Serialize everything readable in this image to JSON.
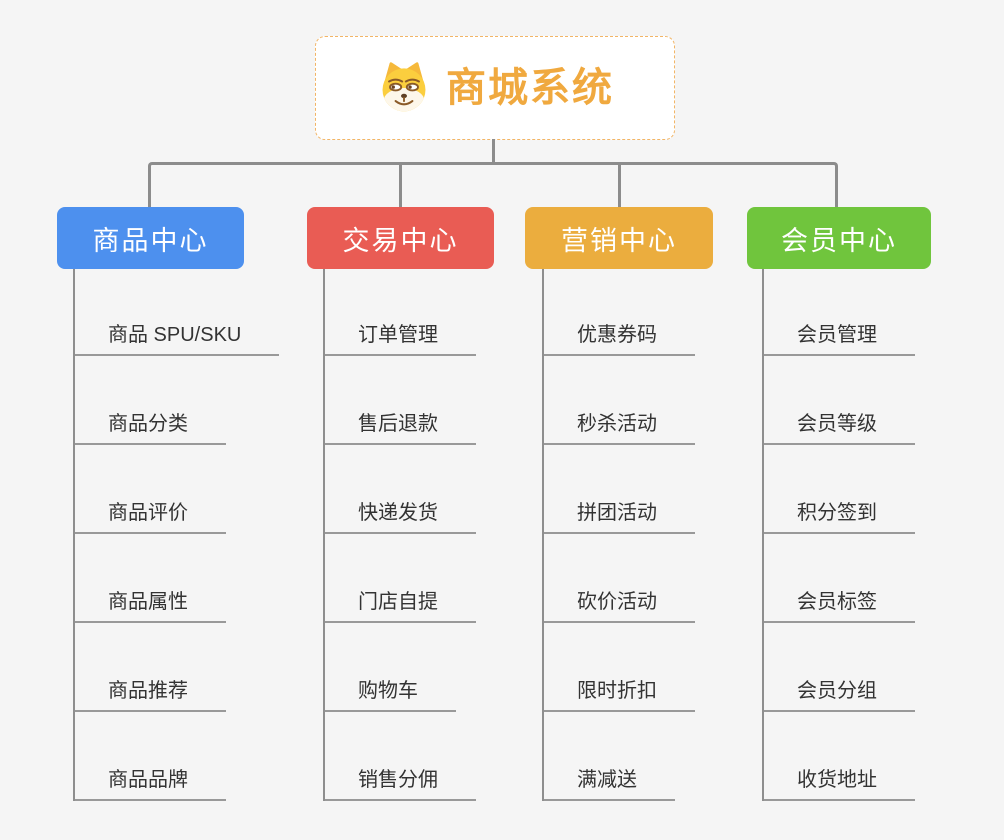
{
  "root": {
    "title": "商城系统",
    "icon": "doge-icon",
    "text_color": "#F0A93F",
    "border_color": "#F2B566"
  },
  "connector_color": "#8C8C8C",
  "background_color": "#F5F5F5",
  "branches": [
    {
      "label": "商品中心",
      "color": "#4D90EE",
      "items": [
        "商品 SPU/SKU",
        "商品分类",
        "商品评价",
        "商品属性",
        "商品推荐",
        "商品品牌"
      ]
    },
    {
      "label": "交易中心",
      "color": "#E95C54",
      "items": [
        "订单管理",
        "售后退款",
        "快递发货",
        "门店自提",
        "购物车",
        "销售分佣"
      ]
    },
    {
      "label": "营销中心",
      "color": "#EBAD3E",
      "items": [
        "优惠券码",
        "秒杀活动",
        "拼团活动",
        "砍价活动",
        "限时折扣",
        "满减送"
      ]
    },
    {
      "label": "会员中心",
      "color": "#70C53D",
      "items": [
        "会员管理",
        "会员等级",
        "积分签到",
        "会员标签",
        "会员分组",
        "收货地址"
      ]
    }
  ]
}
